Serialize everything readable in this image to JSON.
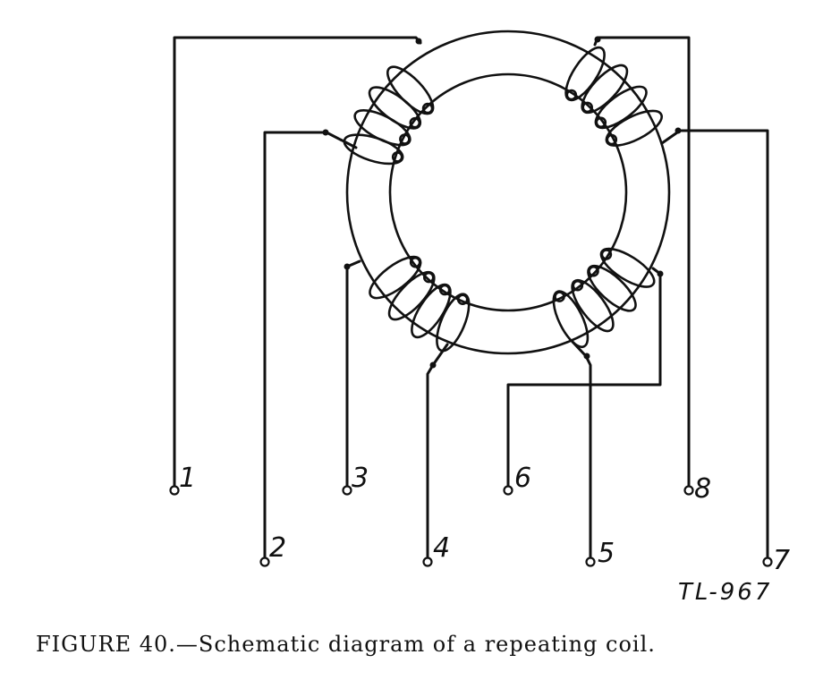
{
  "diagram": {
    "terminals": [
      {
        "id": "t1",
        "label": "1"
      },
      {
        "id": "t2",
        "label": "2"
      },
      {
        "id": "t3",
        "label": "3"
      },
      {
        "id": "t4",
        "label": "4"
      },
      {
        "id": "t5",
        "label": "5"
      },
      {
        "id": "t6",
        "label": "6"
      },
      {
        "id": "t7",
        "label": "7"
      },
      {
        "id": "t8",
        "label": "8"
      }
    ],
    "figure_reference": "TL-967",
    "caption": "FIGURE 40.—Schematic diagram of a repeating coil."
  }
}
